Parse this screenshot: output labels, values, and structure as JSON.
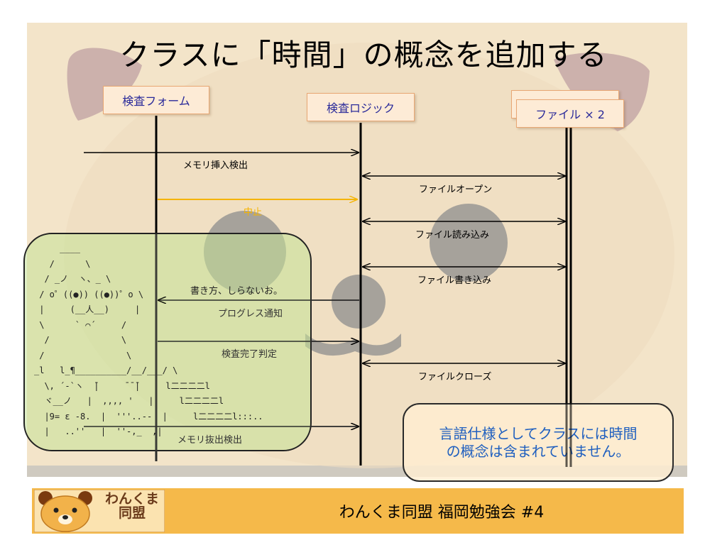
{
  "slide": {
    "title": "クラスに「時間」の概念を追加する"
  },
  "lifelines": {
    "form": "検査フォーム",
    "logic": "検査ロジック",
    "file": "ファイル × 2"
  },
  "messages": {
    "memory_insert": "メモリ挿入検出",
    "file_open": "ファイルオープン",
    "abort": "中止",
    "file_read": "ファイル読み込み",
    "file_write": "ファイル書き込み",
    "progress_notify": "プログレス通知",
    "inspection_done": "検査完了判定",
    "file_close": "ファイルクローズ",
    "memory_remove": "メモリ抜出検出"
  },
  "ascii_art": {
    "lines": [
      "     ____",
      "   /      \\",
      "  / _ノ  ヽ、_ \\",
      " / o゜((●)) ((●))゜o \\",
      " |     (__人__)     |",
      " \\      ` ⌒´     /",
      "  /              \\",
      " /                \\",
      "_l   l_¶__________/__/___/ \\",
      "  \\, ´-`ヽ  ̄|     ̄ ̄ ̄|     l二二二二l",
      "  ヾ__ノ   |  ,,,, '   |     l二二二二l",
      "  |9= ε -8.  |  '''..-‐  |     l二二二二l:::..",
      "  |   ..''   |  ''-,_  ,|"
    ],
    "speech": "書き方、しらないお。"
  },
  "note": {
    "line1": "言語仕様としてクラスには時間",
    "line2": "の概念は含まれていません。"
  },
  "footer": {
    "logo_line1": "わんくま",
    "logo_line2": "同盟",
    "text": "わんくま同盟 福岡勉強会 #4"
  },
  "colors": {
    "slide_bg": "#f3e4c9",
    "abort_arrow": "#f5b400",
    "note_text": "#1f5fbf",
    "footer_bar": "#f5b94a",
    "lifeline_fill": "#fdebd6"
  }
}
